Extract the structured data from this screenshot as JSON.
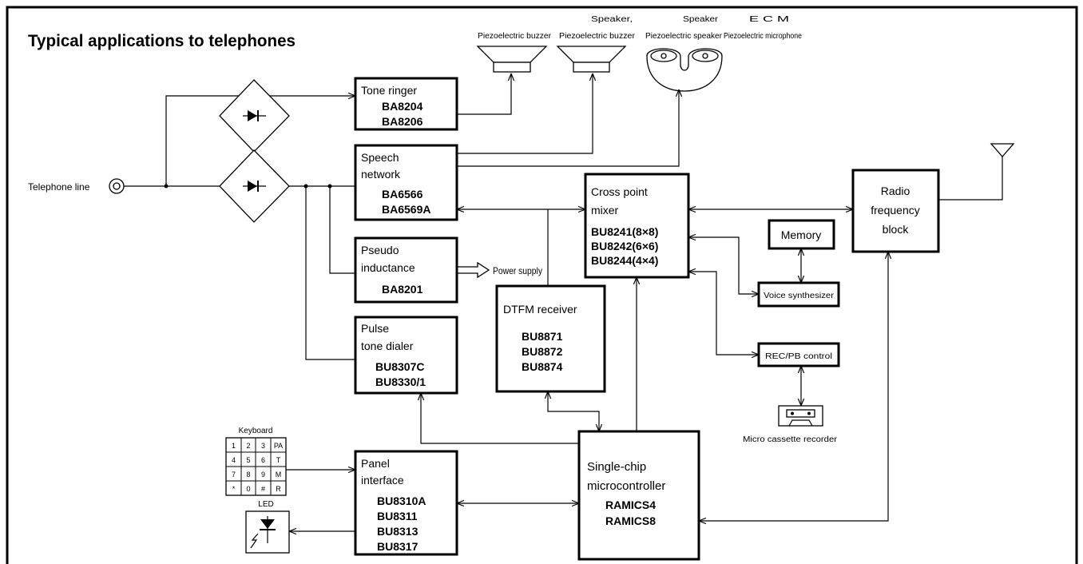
{
  "title": "Typical applications to telephones",
  "transducers": {
    "buzzer1": {
      "label": "Piezoelectric buzzer"
    },
    "buzzer2": {
      "label_top": "Speaker,",
      "label": "Piezoelectric buzzer"
    },
    "speaker": {
      "label_top": "Speaker",
      "label": "Piezoelectric speaker"
    },
    "ecm": {
      "label_top": "E C M",
      "label": "Piezoelectric microphone"
    }
  },
  "telephone_line": "Telephone line",
  "blocks": {
    "tone_ringer": {
      "name": [
        "Tone ringer"
      ],
      "parts": [
        "BA8204",
        "BA8206"
      ]
    },
    "speech_network": {
      "name": [
        "Speech",
        "network"
      ],
      "parts": [
        "BA6566",
        "BA6569A"
      ]
    },
    "pseudo_inductance": {
      "name": [
        "Pseudo",
        "inductance"
      ],
      "parts": [
        "BA8201"
      ]
    },
    "pulse_tone_dialer": {
      "name": [
        "Pulse",
        "tone dialer"
      ],
      "parts": [
        "BU8307C",
        "BU8330/1"
      ]
    },
    "cross_point_mixer": {
      "name": [
        "Cross point",
        "mixer"
      ],
      "parts": [
        "BU8241(8×8)",
        "BU8242(6×6)",
        "BU8244(4×4)"
      ]
    },
    "dtfm_receiver": {
      "name": [
        "DTFM receiver"
      ],
      "parts": [
        "BU8871",
        "BU8872",
        "BU8874"
      ]
    },
    "radio": {
      "name": [
        "Radio",
        "frequency",
        "block"
      ]
    },
    "memory": {
      "name": [
        "Memory"
      ]
    },
    "voice_synthesizer": {
      "name": [
        "Voice synthesizer"
      ]
    },
    "rec_pb_control": {
      "name": [
        "REC/PB control"
      ]
    },
    "microcontroller": {
      "name": [
        "Single-chip",
        "microcontroller"
      ],
      "parts": [
        "RAMICS4",
        "RAMICS8"
      ]
    },
    "panel_interface": {
      "name": [
        "Panel",
        "interface"
      ],
      "parts": [
        "BU8310A",
        "BU8311",
        "BU8313",
        "BU8317"
      ]
    }
  },
  "power_supply": "Power supply",
  "keyboard": {
    "label": "Keyboard",
    "keys": [
      [
        "1",
        "2",
        "3",
        "PA"
      ],
      [
        "4",
        "5",
        "6",
        "T"
      ],
      [
        "7",
        "8",
        "9",
        "M"
      ],
      [
        "*",
        "0",
        "#",
        "R"
      ]
    ]
  },
  "led": "LED",
  "cassette": "Micro cassette recorder"
}
